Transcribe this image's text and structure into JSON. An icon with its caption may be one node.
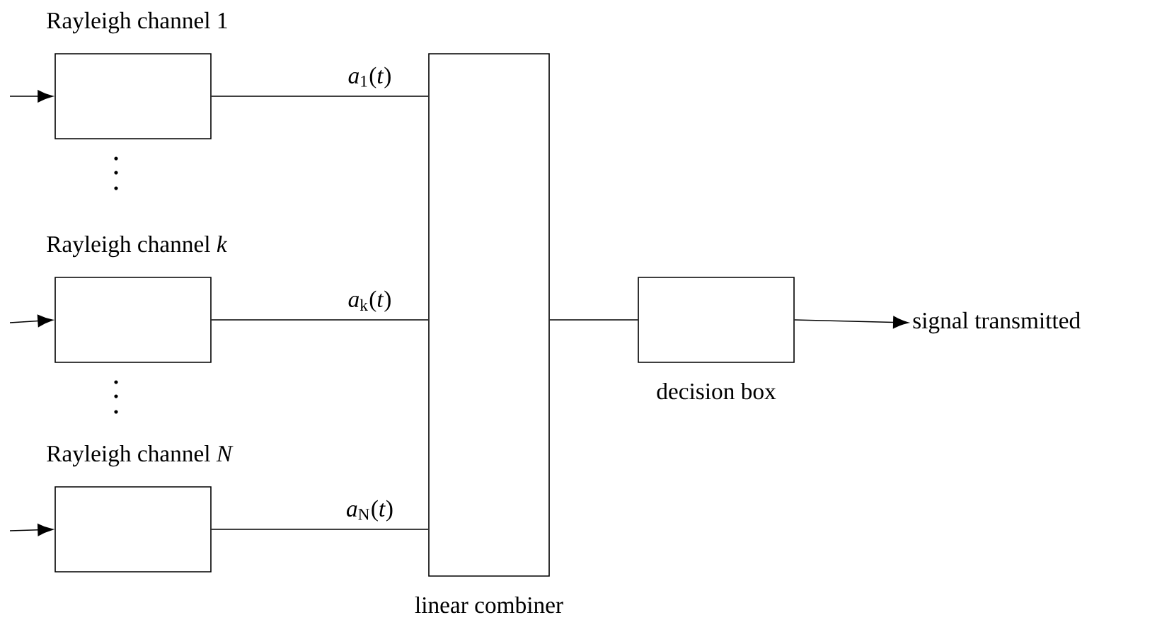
{
  "diagram": {
    "nodes": [
      {
        "text": [
          "Rayleigh channel 1"
        ]
      },
      {
        "text": [
          "Rayleigh channel *k*"
        ]
      },
      {
        "text": [
          "Rayleigh channel *N*"
        ]
      },
      {
        "text": [
          "linear combiner"
        ]
      },
      {
        "text": [
          "decision box"
        ]
      },
      {
        "text": [
          "signal transmitted"
        ]
      }
    ],
    "edges": [
      {
        "from": null,
        "to": 0,
        "arrow": "to"
      },
      {
        "from": null,
        "to": 1,
        "arrow": "to"
      },
      {
        "from": null,
        "to": 2,
        "arrow": "to"
      },
      {
        "from": 0,
        "to": 3,
        "arrow": "none",
        "label": "*a*$_{1}$(*t*)"
      },
      {
        "from": 1,
        "to": 3,
        "arrow": "none",
        "label": "*a*$_{k}$(*t*)"
      },
      {
        "from": 2,
        "to": 3,
        "arrow": "none",
        "label": "*a*$_{N}$(*t*)"
      },
      {
        "from": 3,
        "to": 4,
        "arrow": "none"
      },
      {
        "from": 4,
        "to": 5,
        "arrow": "to"
      }
    ]
  }
}
